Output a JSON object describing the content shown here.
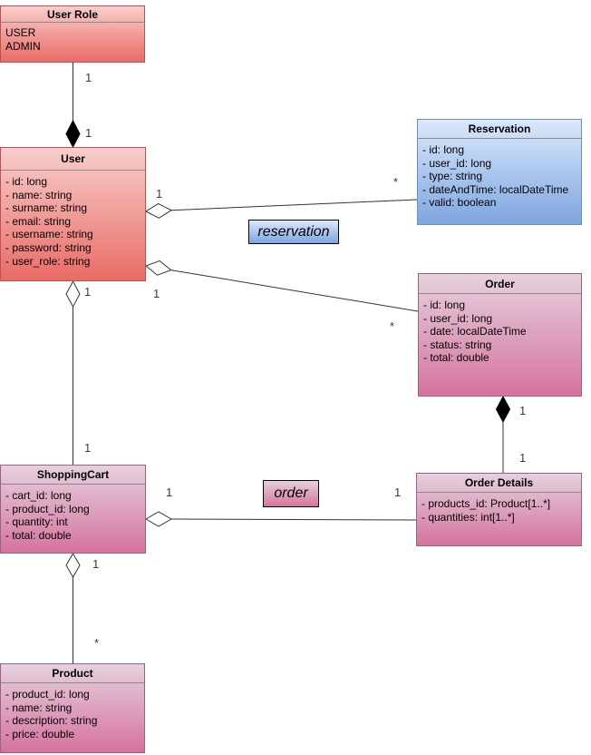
{
  "classes": {
    "user_role": {
      "title": "User Role",
      "attributes": [
        "USER",
        "ADMIN"
      ]
    },
    "user": {
      "title": "User",
      "attributes": [
        "- id: long",
        "- name: string",
        "- surname: string",
        "- email: string",
        "- username: string",
        "- password: string",
        "- user_role: string"
      ]
    },
    "reservation": {
      "title": "Reservation",
      "attributes": [
        "- id: long",
        "- user_id: long",
        "- type: string",
        "- dateAndTime: localDateTime",
        "- valid: boolean"
      ]
    },
    "order": {
      "title": "Order",
      "attributes": [
        "- id: long",
        "- user_id: long",
        "- date: localDateTime",
        "- status: string",
        "- total: double"
      ]
    },
    "order_details": {
      "title": "Order Details",
      "attributes": [
        "- products_id: Product[1..*]",
        "- quantities: int[1..*]"
      ]
    },
    "shopping_cart": {
      "title": "ShoppingCart",
      "attributes": [
        "- cart_id: long",
        "- product_id: long",
        "- quantity: int",
        "- total: double"
      ]
    },
    "product": {
      "title": "Product",
      "attributes": [
        "- product_id: long",
        "- name: string",
        "- description: string",
        "- price: double"
      ]
    }
  },
  "edge_labels": {
    "user_reservation": "reservation",
    "shopping_cart_order_details": "order"
  },
  "relations": {
    "user_role_user": {
      "type": "composition",
      "user_role_end": "1",
      "user_end": "1"
    },
    "user_reservation": {
      "type": "aggregation",
      "user_end": "1",
      "reservation_end": "*"
    },
    "user_order": {
      "type": "aggregation",
      "user_end": "1",
      "order_end": "*"
    },
    "user_shopping_cart": {
      "type": "aggregation",
      "user_end": "1",
      "shopping_cart_end": "1"
    },
    "shopping_cart_order_details": {
      "type": "aggregation",
      "shopping_cart_end": "1",
      "order_details_end": "1"
    },
    "order_order_details": {
      "type": "composition",
      "order_end": "1",
      "order_details_end": "1"
    },
    "shopping_cart_product": {
      "type": "aggregation",
      "shopping_cart_end": "1",
      "product_end": "*"
    }
  },
  "colors": {
    "red_fill_top": "#f8cecc",
    "red_fill_bottom": "#ea6b66",
    "red_stroke": "#b85450",
    "blue_fill_top": "#dae8fc",
    "blue_fill_bottom": "#7ea6e0",
    "blue_stroke": "#6c8ebf",
    "pink_fill_top": "#e6d0de",
    "pink_fill_bottom": "#d5739d",
    "pink_stroke": "#996185",
    "separator": "#8a8a8a",
    "line": "#333333",
    "background": "#ffffff"
  }
}
